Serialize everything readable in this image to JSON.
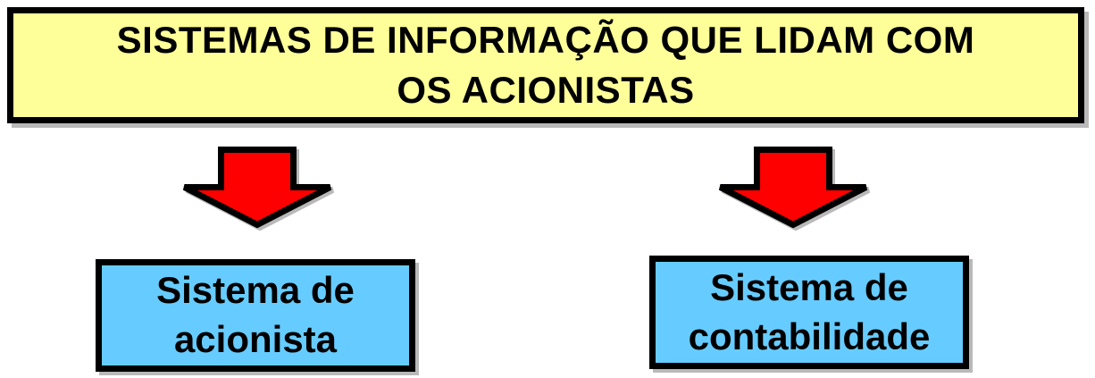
{
  "title": {
    "text": "SISTEMAS DE INFORMAÇÃO QUE LIDAM COM\nOS ACIONISTAS"
  },
  "arrows": [
    {
      "icon": "down-arrow-icon"
    },
    {
      "icon": "down-arrow-icon"
    }
  ],
  "boxes": [
    {
      "id": "acionista",
      "label": "Sistema de\nacionista"
    },
    {
      "id": "contabilidade",
      "label": "Sistema de\ncontabilidade"
    }
  ],
  "colors": {
    "title-bg": "#FFFF99",
    "box-bg": "#66CCFF",
    "arrow-fill": "#FF0000",
    "outline": "#000000",
    "shadow": "rgba(128,128,128,0.55)"
  }
}
